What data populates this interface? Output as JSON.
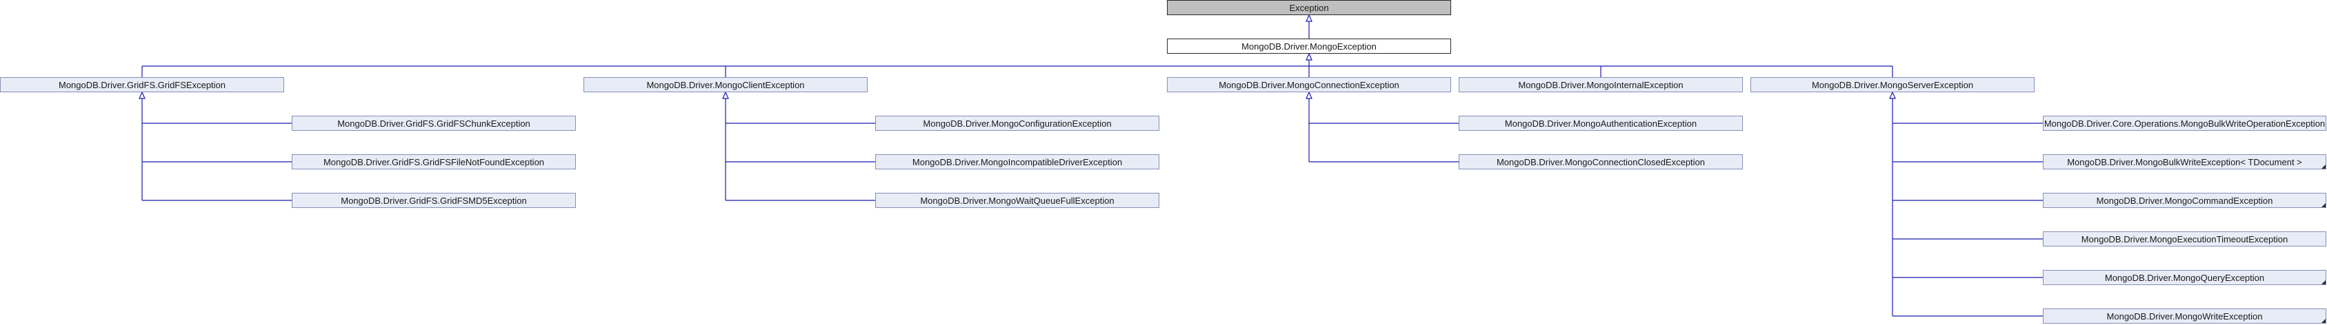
{
  "nodes": {
    "exception": "Exception",
    "mongo_exception": "MongoDB.Driver.MongoException",
    "gridfs_exception": "MongoDB.Driver.GridFS.GridFSException",
    "client_exception": "MongoDB.Driver.MongoClientException",
    "connection_exception": "MongoDB.Driver.MongoConnectionException",
    "internal_exception": "MongoDB.Driver.MongoInternalException",
    "server_exception": "MongoDB.Driver.MongoServerException",
    "gridfs_chunk_exception": "MongoDB.Driver.GridFS.GridFSChunkException",
    "gridfs_filenotfound_exception": "MongoDB.Driver.GridFS.GridFSFileNotFoundException",
    "gridfs_md5_exception": "MongoDB.Driver.GridFS.GridFSMD5Exception",
    "configuration_exception": "MongoDB.Driver.MongoConfigurationException",
    "incompatible_driver_exception": "MongoDB.Driver.MongoIncompatibleDriverException",
    "wait_queue_full_exception": "MongoDB.Driver.MongoWaitQueueFullException",
    "authentication_exception": "MongoDB.Driver.MongoAuthenticationException",
    "connection_closed_exception": "MongoDB.Driver.MongoConnectionClosedException",
    "bulk_write_operation_exception": "MongoDB.Driver.Core.Operations.MongoBulkWriteOperationException",
    "bulk_write_exception": "MongoDB.Driver.MongoBulkWriteException< TDocument >",
    "command_exception": "MongoDB.Driver.MongoCommandException",
    "execution_timeout_exception": "MongoDB.Driver.MongoExecutionTimeoutException",
    "query_exception": "MongoDB.Driver.MongoQueryException",
    "write_exception": "MongoDB.Driver.MongoWriteException"
  },
  "colors": {
    "edge": "#1a1ab4",
    "node_fill": "#e8ecf6",
    "node_border": "#868fb7"
  }
}
